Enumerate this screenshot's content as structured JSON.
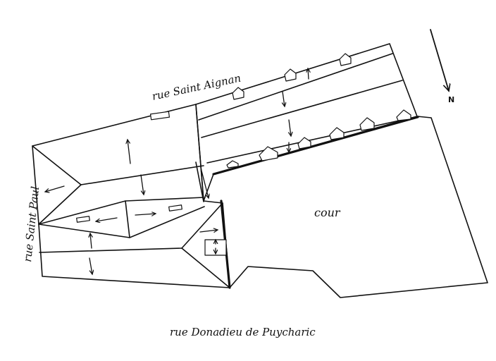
{
  "labels": {
    "street_north": "rue Saint Aignan",
    "street_west": "rue Saint Paul",
    "street_south": "rue Donadieu de Puycharic",
    "courtyard": "cour",
    "north_marker": "N"
  },
  "colors": {
    "ink": "#111111",
    "paper": "#ffffff"
  },
  "icons": {
    "north_arrow": "north-arrow-icon",
    "slope_arrow": "arrow-icon",
    "dormer": "dormer-icon",
    "skylight": "skylight-icon"
  }
}
